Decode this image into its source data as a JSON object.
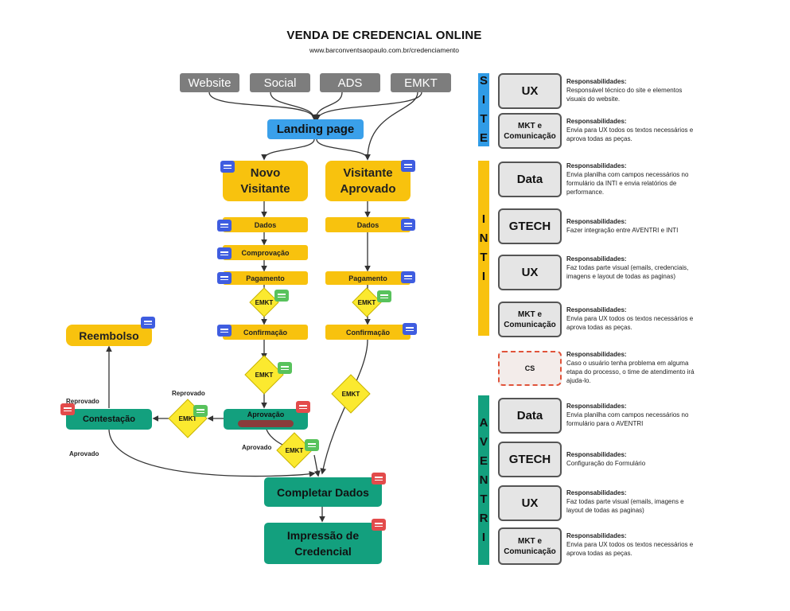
{
  "header": {
    "title": "VENDA DE CREDENCIAL ONLINE",
    "url": "www.barconventsaopaulo.com.br/credenciamento"
  },
  "flow": {
    "sources": [
      "Website",
      "Social",
      "ADS",
      "EMKT"
    ],
    "landing": "Landing page",
    "novo": "Novo Visitante",
    "aprovado": "Visitante Aprovado",
    "left_steps": [
      "Dados",
      "Comprovação",
      "Pagamento",
      "Confirmação"
    ],
    "right_steps": [
      "Dados",
      "Pagamento",
      "Confirmação"
    ],
    "emkt": "EMKT",
    "aprovacao": "Aprovação",
    "reembolso": "Reembolso",
    "contestacao": "Contestação",
    "completar": "Completar Dados",
    "impressao": "Impressão de Credencial",
    "labels": {
      "reprovado_top": "Reprovado",
      "reprovado_mid": "Reprovado",
      "aprovado_left": "Aprovado",
      "aprovado_center": "Aprovado"
    }
  },
  "teams": {
    "site_letters": [
      "S",
      "I",
      "T",
      "E"
    ],
    "inti_letters": [
      "I",
      "N",
      "T",
      "I"
    ],
    "aventri_letters": [
      "A",
      "V",
      "E",
      "N",
      "T",
      "R",
      "I"
    ],
    "bar_colors": {
      "site": "#2f9be6",
      "inti": "#f8c20e",
      "aventri": "#13a07e"
    },
    "resp_heading": "Responsabilidades:",
    "rows": [
      {
        "role": "UX",
        "text": "Responsável técnico do site e elementos visuais do website."
      },
      {
        "role": "MKT e Comunicação",
        "text": "Envia para UX todos os textos necessários e aprova todas as peças."
      },
      {
        "role": "Data",
        "text": "Envia planilha com campos necessários no formulário da INTI e envia relatórios de performance."
      },
      {
        "role": "GTECH",
        "text": "Fazer integração entre AVENTRI e INTI"
      },
      {
        "role": "UX",
        "text": "Faz todas parte visual (emails, credenciais, imagens e layout de todas as paginas)"
      },
      {
        "role": "MKT e Comunicação",
        "text": "Envia para UX todos os textos necessários e aprova todas as peças."
      },
      {
        "role": "CS",
        "text": "Caso o usuário tenha problema em alguma etapa do processo, o time de atendimento irá ajuda-lo."
      },
      {
        "role": "Data",
        "text": "Envia planilha com campos necessários no formulário para o AVENTRI"
      },
      {
        "role": "GTECH",
        "text": "Configuração do Formulário"
      },
      {
        "role": "UX",
        "text": "Faz todas parte visual (emails, imagens e layout de todas as paginas)"
      },
      {
        "role": "MKT e Comunicação",
        "text": "Envia para UX todos os textos necessários e aprova todas as peças."
      }
    ]
  }
}
